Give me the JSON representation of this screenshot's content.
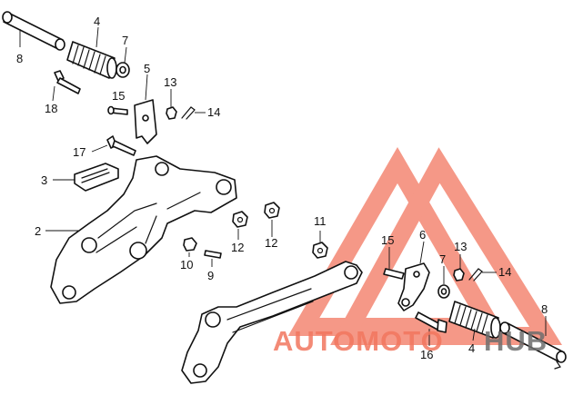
{
  "callouts": {
    "c8a": "8",
    "c4a": "4",
    "c7a": "7",
    "c5": "5",
    "c18": "18",
    "c15a": "15",
    "c13a": "13",
    "c14a": "14",
    "c17": "17",
    "c3": "3",
    "c2": "2",
    "c11": "11",
    "c12a": "12",
    "c12b": "12",
    "c10": "10",
    "c9": "9",
    "c15b": "15",
    "c6": "6",
    "c13b": "13",
    "c7b": "7",
    "c14b": "14",
    "c8b": "8",
    "c16": "16",
    "c4b": "4"
  },
  "watermark": {
    "part1": "AUTOMOTO",
    "part2": "HUB",
    "color_primary": "#f2765f",
    "color_secondary": "#6e6e6e"
  }
}
